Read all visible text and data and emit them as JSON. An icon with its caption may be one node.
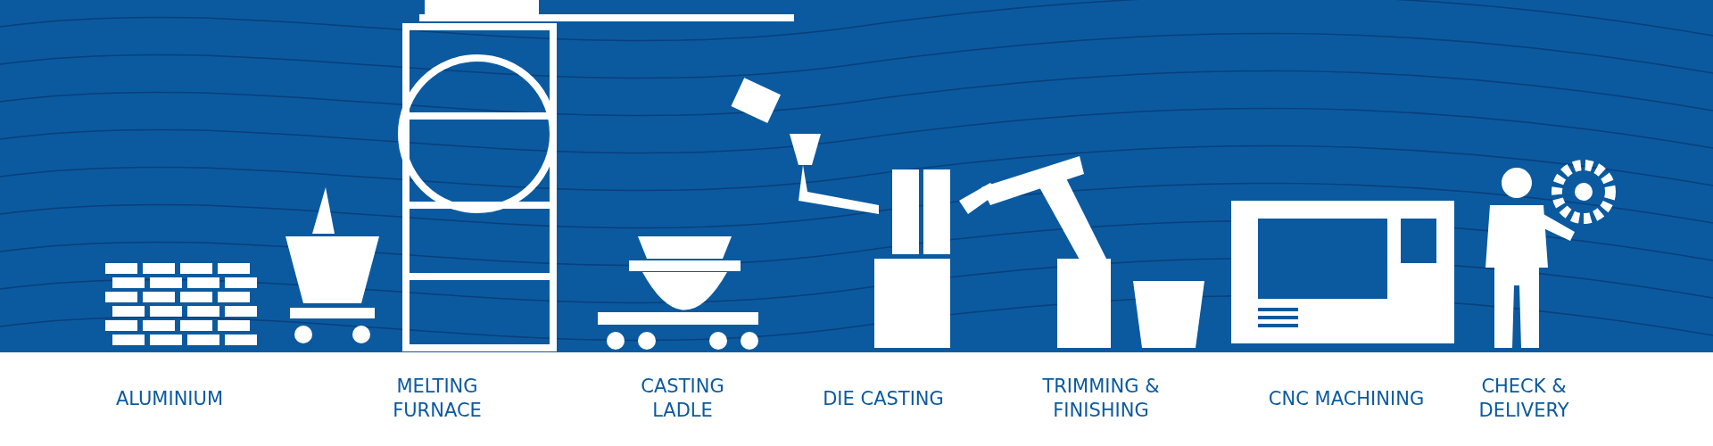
{
  "diagram": {
    "labels": [
      "ALUMINIUM",
      "MELTING FURNACE",
      "CASTING LADLE",
      "DIE CASTING",
      "TRIMMING & FINISHING",
      "CNC MACHINING",
      "CHECK & DELIVERY"
    ]
  }
}
